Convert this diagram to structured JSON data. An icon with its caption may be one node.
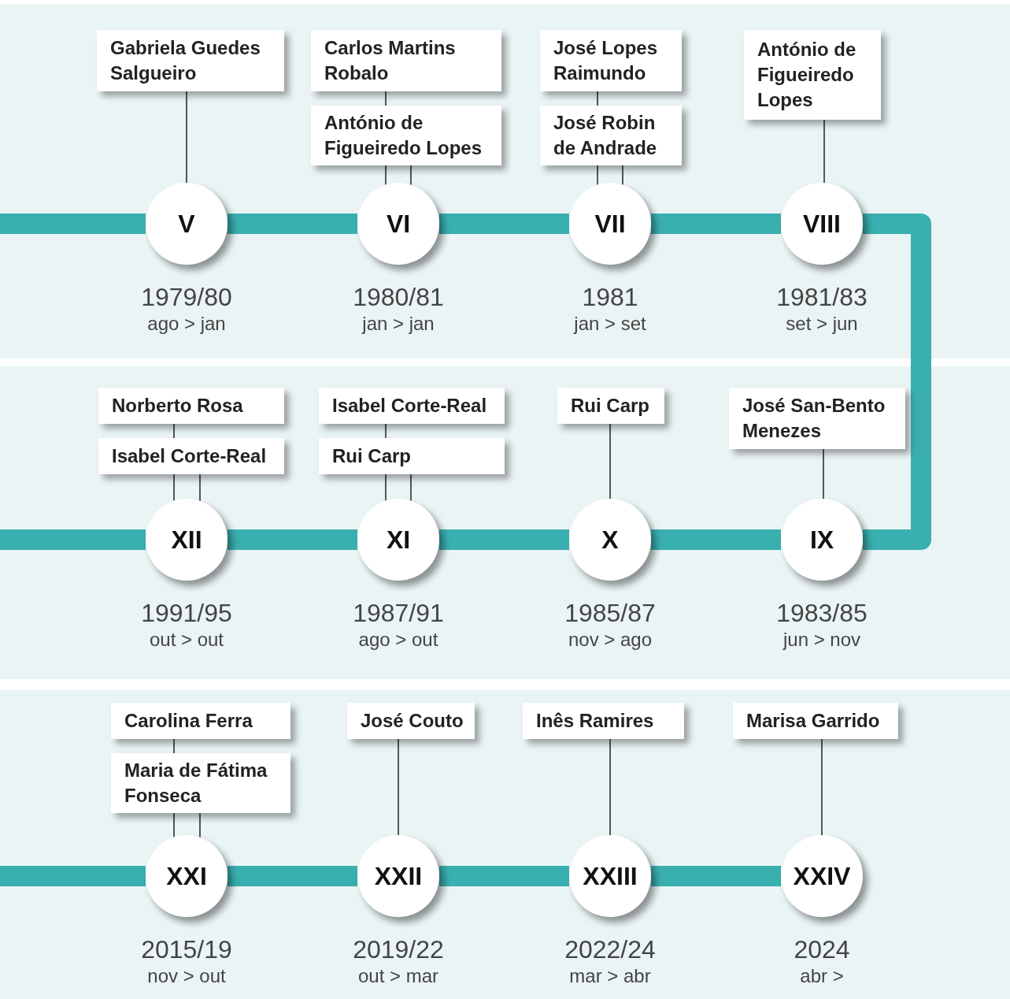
{
  "diagram": {
    "nodes": [
      {
        "text": [
          "Gabriela Guedes Salgueiro"
        ]
      },
      {
        "text": [
          "V"
        ],
        "beside": [
          "1979/80",
          "ago > jan"
        ]
      },
      {
        "text": [
          "Carlos Martins Robalo"
        ]
      },
      {
        "text": [
          "António de Figueiredo Lopes"
        ]
      },
      {
        "text": [
          "VI"
        ],
        "beside": [
          "1980/81",
          "jan > jan"
        ]
      },
      {
        "text": [
          "José Lopes Raimundo"
        ]
      },
      {
        "text": [
          "José Robin de Andrade"
        ]
      },
      {
        "text": [
          "VII"
        ],
        "beside": [
          "1981",
          "jan > set"
        ]
      },
      {
        "text": [
          "António de Figueiredo Lopes"
        ]
      },
      {
        "text": [
          "VIII"
        ],
        "beside": [
          "1981/83",
          "set > jun"
        ]
      },
      {
        "text": [
          "Norberto Rosa"
        ]
      },
      {
        "text": [
          "Isabel Corte-Real"
        ]
      },
      {
        "text": [
          "XII"
        ],
        "beside": [
          "1991/95",
          "out > out"
        ]
      },
      {
        "text": [
          "Isabel Corte-Real"
        ]
      },
      {
        "text": [
          "Rui Carp"
        ]
      },
      {
        "text": [
          "XI"
        ],
        "beside": [
          "1987/91",
          "ago > out"
        ]
      },
      {
        "text": [
          "Rui Carp"
        ]
      },
      {
        "text": [
          "X"
        ],
        "beside": [
          "1985/87",
          "nov > ago"
        ]
      },
      {
        "text": [
          "José San-Bento Menezes"
        ]
      },
      {
        "text": [
          "IX"
        ],
        "beside": [
          "1983/85",
          "jun > nov"
        ]
      },
      {
        "text": [
          "Carolina Ferra"
        ]
      },
      {
        "text": [
          "Maria de Fátima Fonseca"
        ]
      },
      {
        "text": [
          "XXI"
        ],
        "beside": [
          "2015/19",
          "nov > out"
        ]
      },
      {
        "text": [
          "José Couto"
        ]
      },
      {
        "text": [
          "XXII"
        ],
        "beside": [
          "2019/22",
          "out > mar"
        ]
      },
      {
        "text": [
          "Inês Ramires"
        ]
      },
      {
        "text": [
          "XXIII"
        ],
        "beside": [
          "2022/24",
          "mar > abr"
        ]
      },
      {
        "text": [
          "Marisa Garrido"
        ]
      },
      {
        "text": [
          "XXIV"
        ],
        "beside": [
          "2024",
          "abr >"
        ]
      }
    ],
    "edges": [
      {
        "from": 0,
        "to": 1,
        "arrow": "none"
      },
      {
        "from": 2,
        "to": 4,
        "arrow": "none"
      },
      {
        "from": 3,
        "to": 4,
        "arrow": "none"
      },
      {
        "from": 5,
        "to": 7,
        "arrow": "none"
      },
      {
        "from": 6,
        "to": 7,
        "arrow": "none"
      },
      {
        "from": 8,
        "to": 9,
        "arrow": "none"
      },
      {
        "from": 10,
        "to": 12,
        "arrow": "none"
      },
      {
        "from": 11,
        "to": 12,
        "arrow": "none"
      },
      {
        "from": 13,
        "to": 15,
        "arrow": "none"
      },
      {
        "from": 14,
        "to": 15,
        "arrow": "none"
      },
      {
        "from": 16,
        "to": 17,
        "arrow": "none"
      },
      {
        "from": 18,
        "to": 19,
        "arrow": "none"
      },
      {
        "from": 20,
        "to": 22,
        "arrow": "none"
      },
      {
        "from": 21,
        "to": 22,
        "arrow": "none"
      },
      {
        "from": 23,
        "to": 24,
        "arrow": "none"
      },
      {
        "from": 25,
        "to": 26,
        "arrow": "none"
      },
      {
        "from": 27,
        "to": 28,
        "arrow": "none"
      },
      {
        "from": null,
        "to": 1,
        "arrow": "none",
        "style": "thick",
        "color": "#3aafb0"
      },
      {
        "from": 1,
        "to": 4,
        "arrow": "none",
        "style": "thick",
        "color": "#3aafb0"
      },
      {
        "from": 4,
        "to": 7,
        "arrow": "none",
        "style": "thick",
        "color": "#3aafb0"
      },
      {
        "from": 7,
        "to": 9,
        "arrow": "none",
        "style": "thick",
        "color": "#3aafb0"
      },
      {
        "from": 9,
        "to": 19,
        "arrow": "none",
        "style": "thick",
        "color": "#3aafb0"
      },
      {
        "from": 19,
        "to": 17,
        "arrow": "none",
        "style": "thick",
        "color": "#3aafb0"
      },
      {
        "from": 17,
        "to": 15,
        "arrow": "none",
        "style": "thick",
        "color": "#3aafb0"
      },
      {
        "from": 15,
        "to": 12,
        "arrow": "none",
        "style": "thick",
        "color": "#3aafb0"
      },
      {
        "from": 12,
        "to": null,
        "arrow": "none",
        "style": "thick",
        "color": "#3aafb0"
      },
      {
        "from": null,
        "to": 22,
        "arrow": "none",
        "style": "thick",
        "color": "#3aafb0"
      },
      {
        "from": 22,
        "to": 24,
        "arrow": "none",
        "style": "thick",
        "color": "#3aafb0"
      },
      {
        "from": 24,
        "to": 26,
        "arrow": "none",
        "style": "thick",
        "color": "#3aafb0"
      },
      {
        "from": 26,
        "to": 28,
        "arrow": "none",
        "style": "thick",
        "color": "#3aafb0"
      }
    ]
  }
}
